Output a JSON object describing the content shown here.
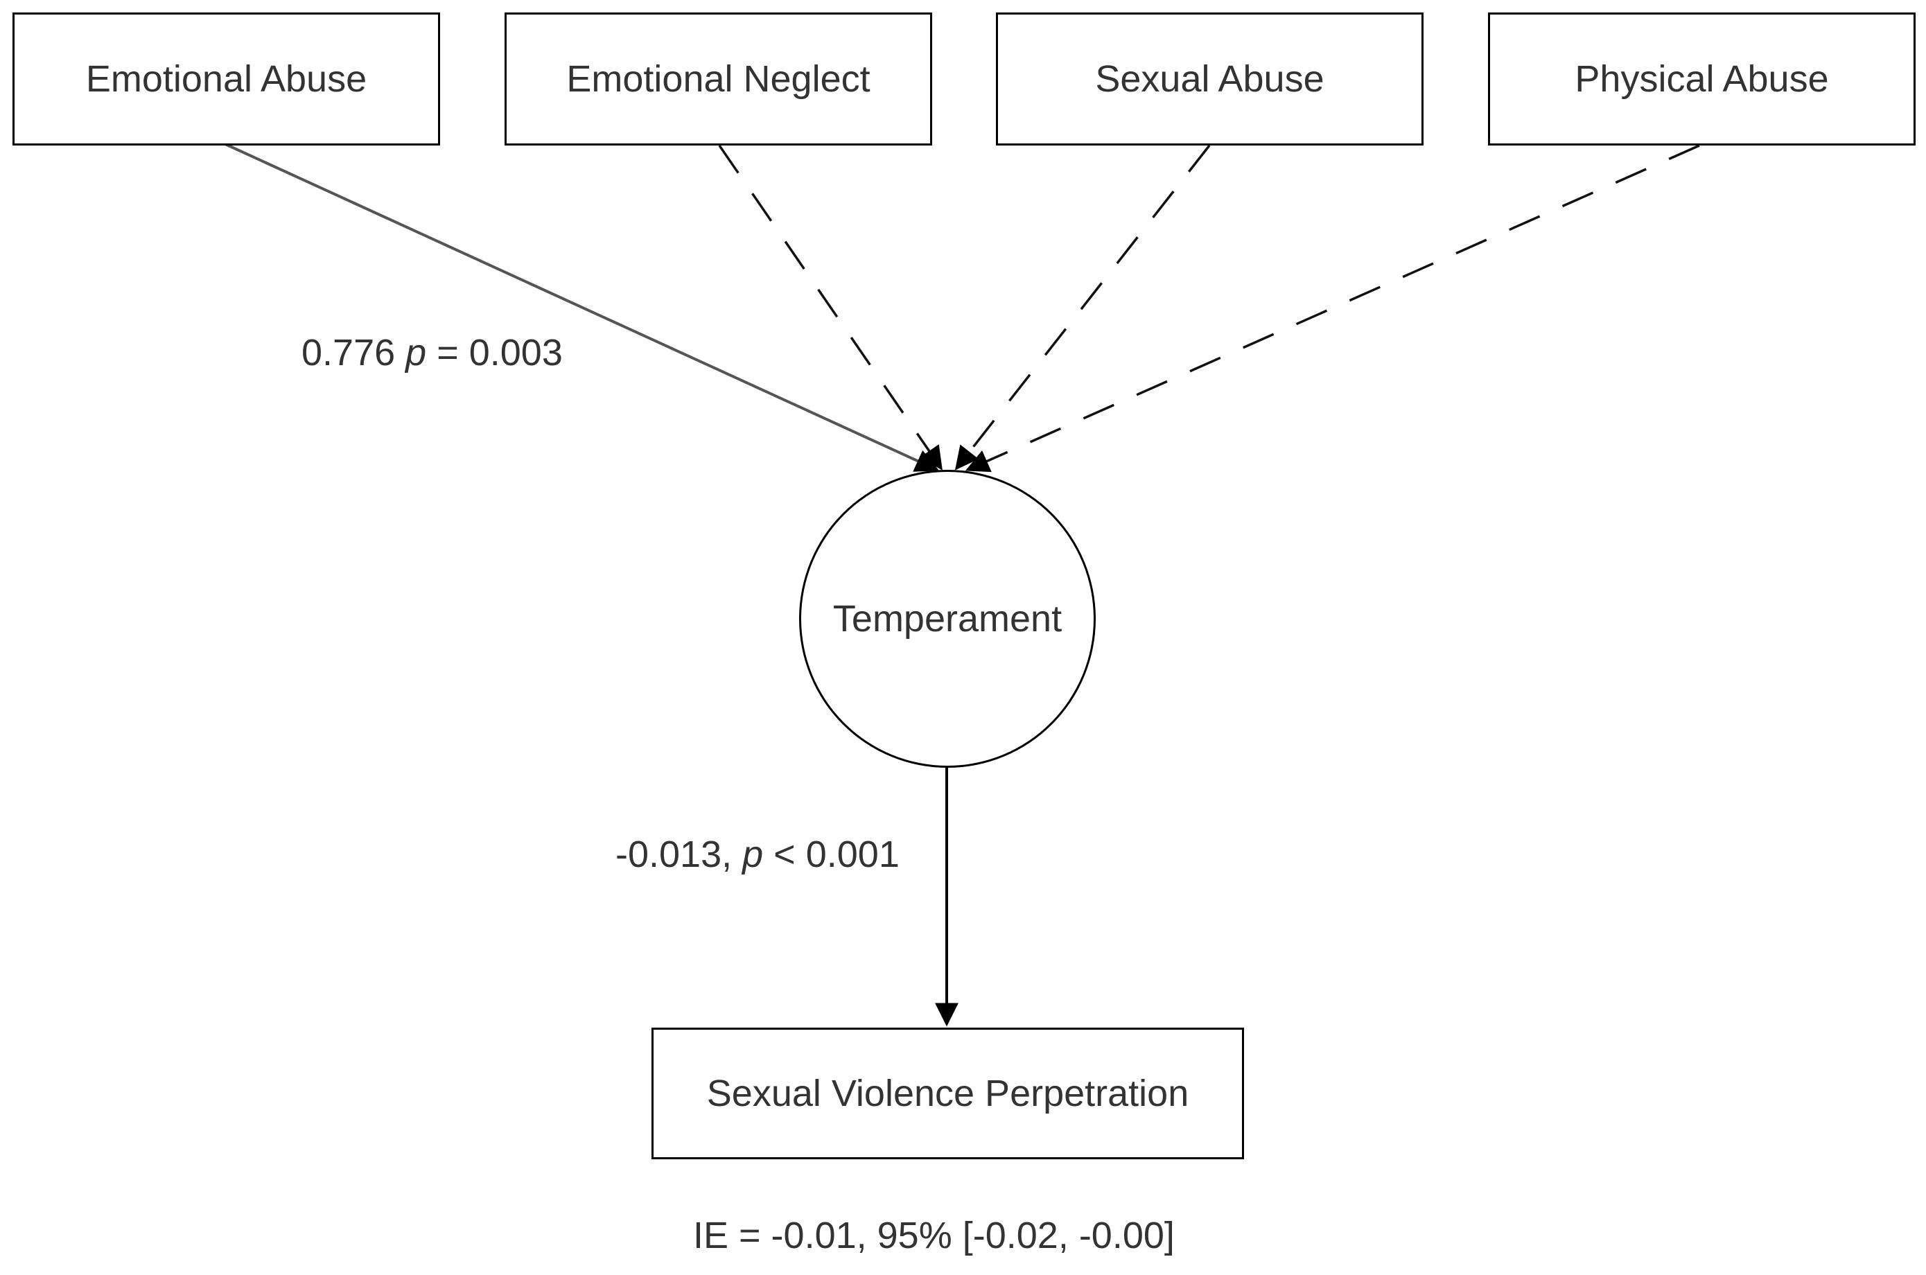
{
  "nodes": {
    "emotional_abuse": "Emotional Abuse",
    "emotional_neglect": "Emotional Neglect",
    "sexual_abuse": "Sexual Abuse",
    "physical_abuse": "Physical Abuse",
    "temperament": "Temperament",
    "outcome": "Sexual Violence Perpetration"
  },
  "paths": {
    "a_path": {
      "coef": "0.776",
      "p_symbol": "p",
      "p_text": " = 0.003",
      "line_style": "solid"
    },
    "b_path": {
      "coef": "-0.013, ",
      "p_symbol": "p",
      "p_text": " < 0.001",
      "line_style": "solid"
    },
    "non_significant_line_style": "dashed"
  },
  "indirect_effect": "IE = -0.01, 95% [-0.02, -0.00]",
  "colors": {
    "border": "#000000",
    "text": "#333333",
    "path_solid": "#555555",
    "path_dashed": "#111111"
  }
}
